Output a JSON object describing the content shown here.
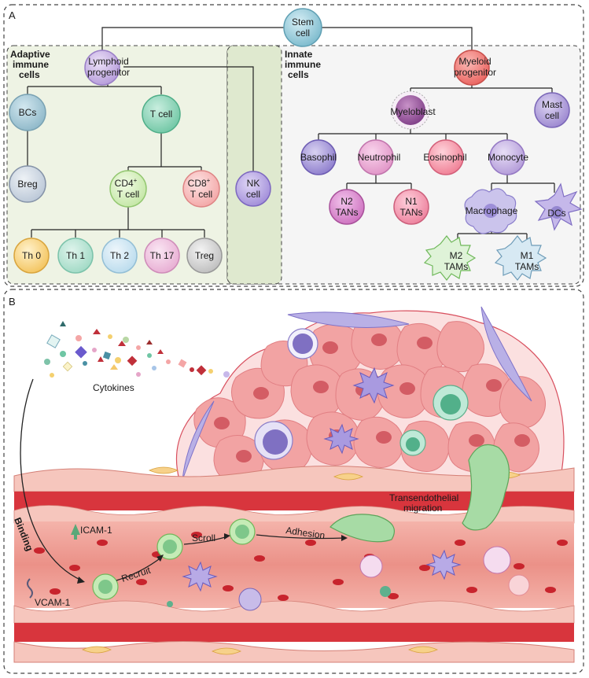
{
  "panel_a": {
    "letter": "A",
    "adaptive_title_1": "Adaptive",
    "adaptive_title_2": "immune",
    "adaptive_title_3": "cells",
    "innate_title_1": "Innate",
    "innate_title_2": "immune",
    "innate_title_3": "cells",
    "stem_1": "Stem",
    "stem_2": "cell",
    "lymphoid_1": "Lymphoid",
    "lymphoid_2": "progenitor",
    "myeloid_1": "Myeloid",
    "myeloid_2": "progenitor",
    "bcs": "BCs",
    "tcell": "T cell",
    "breg": "Breg",
    "cd4_1": "CD4",
    "cd4_sup": "+",
    "cd4_2": "T cell",
    "cd8_1": "CD8",
    "cd8_sup": "+",
    "cd8_2": "T cell",
    "nk_1": "NK",
    "nk_2": "cell",
    "th0": "Th 0",
    "th1": "Th 1",
    "th2": "Th 2",
    "th17": "Th 17",
    "treg": "Treg",
    "myeloblast": "Myeloblast",
    "mast_1": "Mast",
    "mast_2": "cell",
    "basophil": "Basophil",
    "neutrophil": "Neutrophil",
    "eosinophil": "Eosinophil",
    "monocyte": "Monocyte",
    "n2_1": "N2",
    "n2_2": "TANs",
    "n1_1": "N1",
    "n1_2": "TANs",
    "macrophage": "Macrophage",
    "dcs": "DCs",
    "m2_1": "M2",
    "m2_2": "TAMs",
    "m1_1": "M1",
    "m1_2": "TAMs"
  },
  "panel_b": {
    "letter": "B",
    "cytokines": "Cytokines",
    "binding": "Binding",
    "icam": "ICAM-1",
    "vcam": "VCAM-1",
    "recruit": "Recruit",
    "scroll": "Scroll",
    "adhesion": "Adhesion",
    "transendo_1": "Transendothelial",
    "transendo_2": "migration"
  },
  "colors": {
    "adaptive_bg": "#eef3e4",
    "innate_bg": "#f5f5f5",
    "nk_band": "#dfe9cf",
    "stem": "#8fc9d9",
    "lymphoid": "#c9b3e6",
    "myeloid": "#f07b78",
    "vessel": "#e4847d",
    "tumor": "#f2a3a3"
  }
}
